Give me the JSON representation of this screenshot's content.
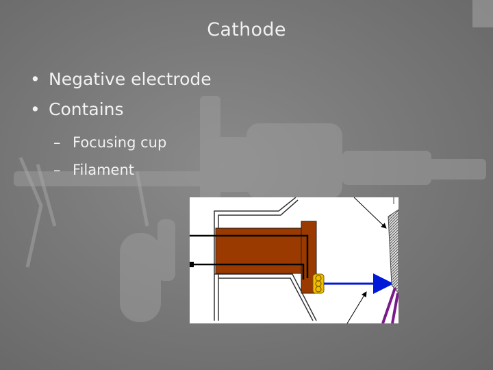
{
  "slide": {
    "title": "Cathode",
    "bullets": [
      {
        "label": "Negative electrode",
        "children": []
      },
      {
        "label": "Contains",
        "children": [
          "Focusing cup",
          "Filament"
        ]
      }
    ],
    "bullet_symbol": "•",
    "sub_bullet_symbol": "–"
  },
  "diagram": {
    "subject": "cathode assembly cross-section",
    "colors": {
      "cathode_body": "#9b3a00",
      "filament_coil": "#f0c000",
      "electron_beam": "#0018d8",
      "anode_lines": "#7a1a8a",
      "outline": "#000000"
    }
  }
}
